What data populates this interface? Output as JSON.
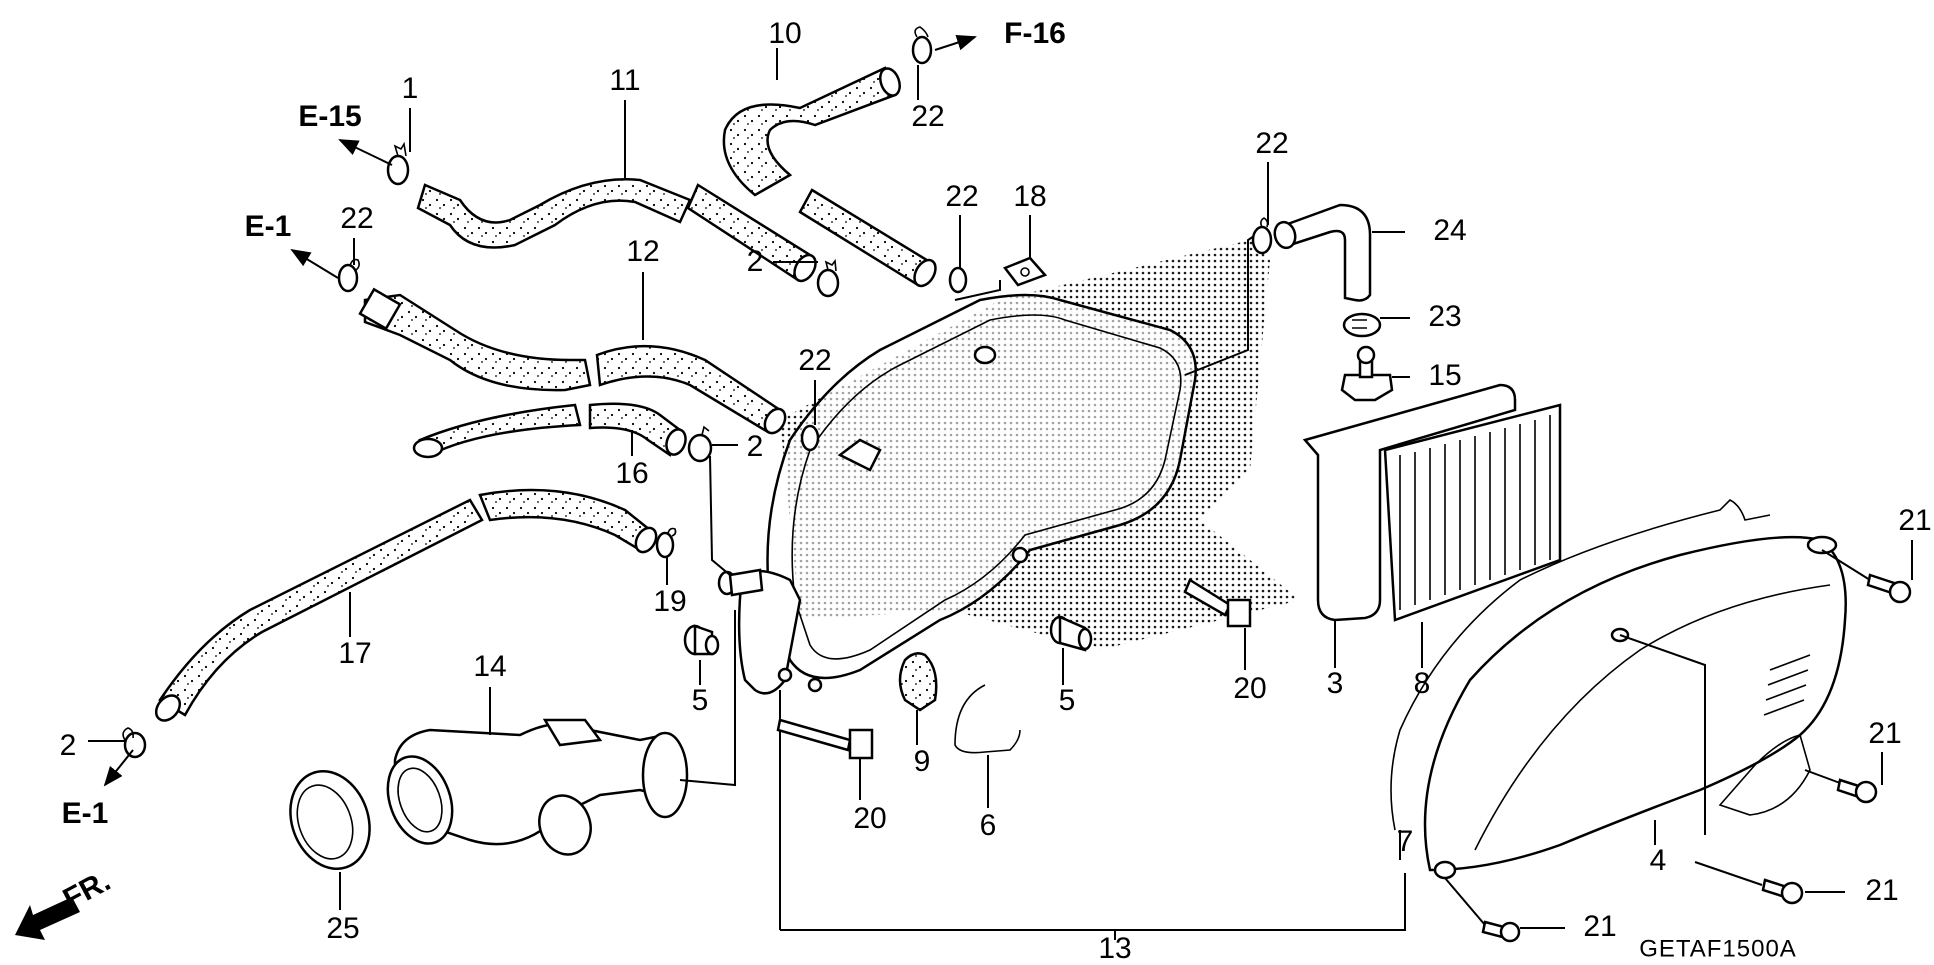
{
  "diagram": {
    "type": "exploded-parts-diagram",
    "subject": "Air cleaner assembly",
    "diagram_code": "GETAF1500A",
    "front_indicator": "FR.",
    "references": [
      {
        "id": "ref-e15",
        "text": "E-15"
      },
      {
        "id": "ref-e1-top",
        "text": "E-1"
      },
      {
        "id": "ref-f16",
        "text": "F-16"
      },
      {
        "id": "ref-e1-bottom",
        "text": "E-1"
      }
    ],
    "callouts": [
      {
        "id": "c1",
        "text": "1"
      },
      {
        "id": "c11",
        "text": "11"
      },
      {
        "id": "c10",
        "text": "10"
      },
      {
        "id": "c22a",
        "text": "22"
      },
      {
        "id": "c22b",
        "text": "22"
      },
      {
        "id": "c2a",
        "text": "2"
      },
      {
        "id": "c22c",
        "text": "22"
      },
      {
        "id": "c18",
        "text": "18"
      },
      {
        "id": "c22d",
        "text": "22"
      },
      {
        "id": "c24",
        "text": "24"
      },
      {
        "id": "c23",
        "text": "23"
      },
      {
        "id": "c15",
        "text": "15"
      },
      {
        "id": "c12",
        "text": "12"
      },
      {
        "id": "c22e",
        "text": "22"
      },
      {
        "id": "c2b",
        "text": "2"
      },
      {
        "id": "c16",
        "text": "16"
      },
      {
        "id": "c17",
        "text": "17"
      },
      {
        "id": "c19",
        "text": "19"
      },
      {
        "id": "c5a",
        "text": "5"
      },
      {
        "id": "c14",
        "text": "14"
      },
      {
        "id": "c2c",
        "text": "2"
      },
      {
        "id": "c25",
        "text": "25"
      },
      {
        "id": "c20a",
        "text": "20"
      },
      {
        "id": "c9",
        "text": "9"
      },
      {
        "id": "c6",
        "text": "6"
      },
      {
        "id": "c5b",
        "text": "5"
      },
      {
        "id": "c20b",
        "text": "20"
      },
      {
        "id": "c3",
        "text": "3"
      },
      {
        "id": "c8",
        "text": "8"
      },
      {
        "id": "c13",
        "text": "13"
      },
      {
        "id": "c7",
        "text": "7"
      },
      {
        "id": "c4",
        "text": "4"
      },
      {
        "id": "c21a",
        "text": "21"
      },
      {
        "id": "c21b",
        "text": "21"
      },
      {
        "id": "c21c",
        "text": "21"
      },
      {
        "id": "c21d",
        "text": "21"
      }
    ]
  }
}
